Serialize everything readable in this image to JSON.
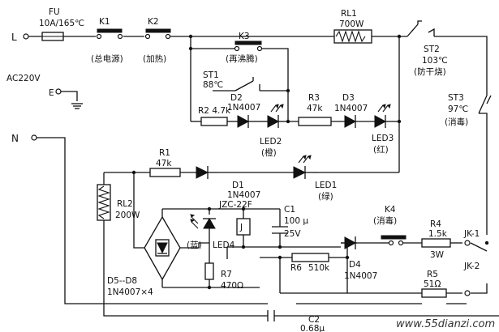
{
  "labels": {
    "L": "L",
    "N": "N",
    "E": "E",
    "ac": "AC220V",
    "fu_name": "FU",
    "fu_val": "10A/165℃",
    "k1": "K1",
    "k1_desc": "(总电源)",
    "k2": "K2",
    "k2_desc": "(加热)",
    "k3": "K3",
    "k3_desc": "(再沸腾)",
    "rl1": "RL1",
    "rl1_val": "700W",
    "st2": "ST2",
    "st2_temp": "103℃",
    "st2_desc": "(防干烧)",
    "st3": "ST3",
    "st3_temp": "97℃",
    "st3_desc": "(消毒)",
    "st1": "ST1",
    "st1_temp": "88℃",
    "r2": "R2 4.7k",
    "d2": "D2",
    "d2_type": "1N4007",
    "r3": "R3",
    "r3_val": "47k",
    "d3": "D3",
    "d3_type": "1N4007",
    "led2": "LED2",
    "led2_color": "(橙)",
    "led3": "LED3",
    "led3_color": "(红)",
    "r1": "R1",
    "r1_val": "47k",
    "d1": "D1",
    "d1_type": "1N4007",
    "led1": "LED1",
    "led1_color": "(绿)",
    "relay": "JZC-22F",
    "relay_j": "J",
    "rl2": "RL2",
    "rl2_val": "200W",
    "c1": "C1",
    "c1_val": "100 μ",
    "c1_v": "25V",
    "k4": "K4",
    "k4_desc": "(消毒)",
    "r4": "R4",
    "r4_val": "1.5k",
    "r4_w": "3W",
    "jk1": "JK-1",
    "jk2": "JK-2",
    "led4_color": "(蓝)",
    "led4": "LED4",
    "r6": "R6",
    "r6_val": "510k",
    "d4": "D4",
    "d4_type": "1N4007",
    "r5": "R5",
    "r5_val": "51Ω",
    "r7": "R7",
    "r7_val": "470Ω",
    "d5d8": "D5--D8",
    "d5d8_type": "1N4007×4",
    "c2": "C2",
    "c2_val": "0.68μ",
    "watermark": "www.55dianzi.com"
  }
}
